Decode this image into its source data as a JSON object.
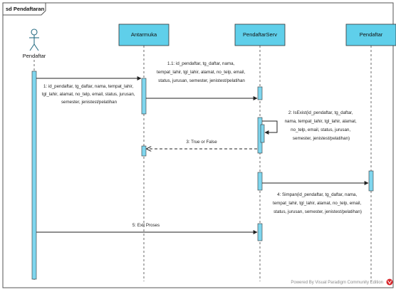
{
  "diagram": {
    "frame_title": "sd Pendaftaran",
    "watermark": "Powered By  Visual Paradigm Community Edition",
    "colors": {
      "lifeline_box": "#5fcfea",
      "activation": "#7fd6ee",
      "line": "#333333",
      "frame": "#555555"
    },
    "actor": {
      "name": "Pendaftar",
      "icon": "stick-figure-actor-icon"
    },
    "lifelines": [
      {
        "id": "antarmuka",
        "name": "Antarmuka"
      },
      {
        "id": "pendaftarserv",
        "name": "PendaftarServ"
      },
      {
        "id": "pendaftar-entity",
        "name": "Pendaftar"
      }
    ],
    "messages": [
      {
        "id": "msg1",
        "from": "actor",
        "to": "antarmuka",
        "style": "sync",
        "lines": [
          "1: id_pendaftar, tg_daftar, nama, tempat_lahir,",
          "tgl_lahir, alamat, no_telp, email, status, jurusan,",
          "semester, jenistest/pelatihan"
        ]
      },
      {
        "id": "msg11",
        "from": "antarmuka",
        "to": "pendaftarserv",
        "style": "sync",
        "lines": [
          "1.1: id_pendaftar, tg_daftar, nama,",
          "tempat_lahir, tgl_lahir, alamat, no_telp, email,",
          "status, jurusan, semester, jenistest/pelatihan"
        ]
      },
      {
        "id": "msg2",
        "from": "pendaftarserv",
        "to": "pendaftarserv",
        "style": "self",
        "lines": [
          "2: IsExist(id_pendaftar, tg_daftar,",
          "nama, tempat_lahir, tgl_lahir, alamat,",
          "no_telp, email, status, jurusan,",
          "semester, jenistest/pelatihan)"
        ]
      },
      {
        "id": "msg3",
        "from": "pendaftarserv",
        "to": "antarmuka",
        "style": "return",
        "lines": [
          "3: True or False"
        ]
      },
      {
        "id": "msg4",
        "from": "pendaftarserv",
        "to": "pendaftar-entity",
        "style": "sync",
        "lines": [
          "4: Simpan(id_pendaftar, tg_daftar, nama,",
          "tempat_lahir, tgl_lahir, alamat, no_telp, email,",
          "status, jurusan, semester, jenistest/pelatihan)"
        ]
      },
      {
        "id": "msg5",
        "from": "actor",
        "to": "pendaftarserv",
        "style": "sync",
        "lines": [
          "5: Exit Proses"
        ]
      }
    ]
  }
}
